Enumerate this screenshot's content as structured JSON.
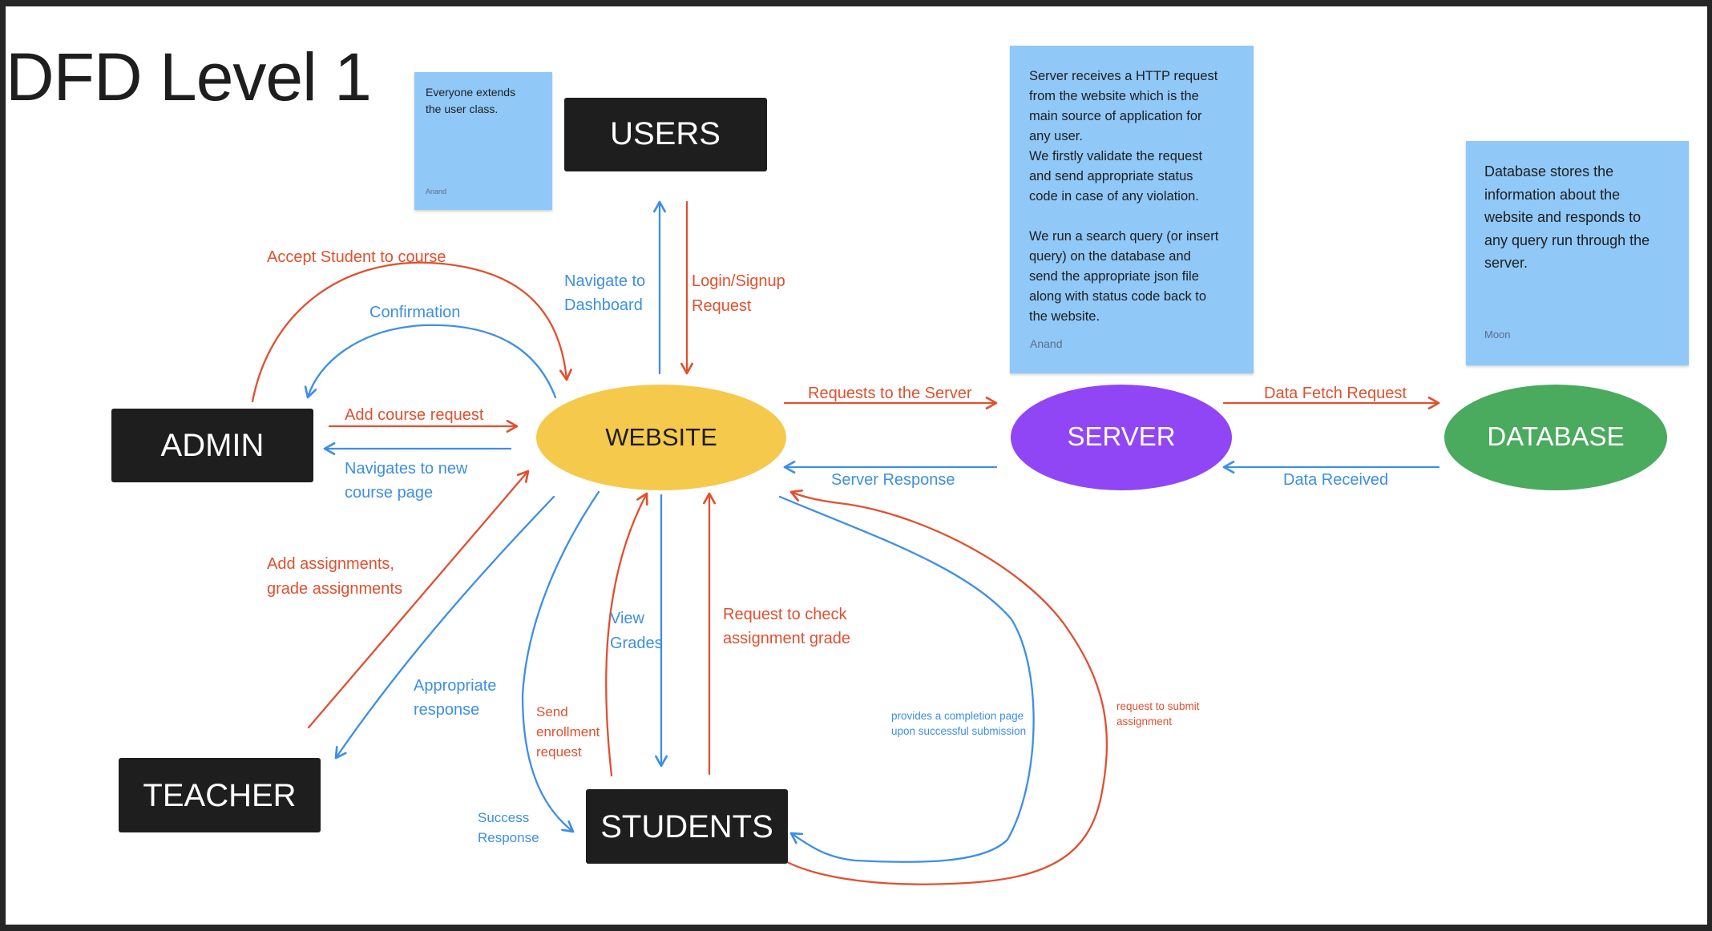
{
  "title": "DFD Level 1",
  "colors": {
    "flow_red": "#e0502f",
    "flow_blue": "#3d8fe5",
    "entity_box": "#1e1e1e",
    "website": "#f5c94b",
    "server": "#9046f5",
    "database": "#4aaa5e",
    "sticky_note": "#90c8f8"
  },
  "entities": {
    "users": "USERS",
    "admin": "ADMIN",
    "teacher": "TEACHER",
    "students": "STUDENTS"
  },
  "processes": {
    "website": "WEBSITE",
    "server": "SERVER",
    "database": "DATABASE"
  },
  "flows": {
    "accept_student": "Accept Student to course",
    "confirmation": "Confirmation",
    "add_course_request": "Add course request",
    "navigates_new_course_1": "Navigates to new",
    "navigates_new_course_2": "course page",
    "navigate_dashboard_1": "Navigate to",
    "navigate_dashboard_2": "Dashboard",
    "login_signup_1": "Login/Signup",
    "login_signup_2": "Request",
    "requests_to_server": "Requests to the Server",
    "server_response": "Server Response",
    "data_fetch_request": "Data Fetch Request",
    "data_received": "Data Received",
    "add_assignments_1": "Add assignments,",
    "add_assignments_2": "grade assignments",
    "appropriate_response_1": "Appropriate",
    "appropriate_response_2": "response",
    "view_grades_1": "View",
    "view_grades_2": "Grades",
    "request_check_grade_1": "Request to check",
    "request_check_grade_2": "assignment grade",
    "send_enrollment_1": "Send",
    "send_enrollment_2": "enrollment",
    "send_enrollment_3": "request",
    "success_response_1": "Success",
    "success_response_2": "Response",
    "completion_page_1": "provides a completion page",
    "completion_page_2": "upon successful submission",
    "request_submit_1": "request to submit",
    "request_submit_2": "assignment"
  },
  "notes": {
    "users_note": {
      "text": "Everyone extends\nthe user class.",
      "author": "Anand"
    },
    "server_note": {
      "text": "Server receives a HTTP request\nfrom the website which is the\nmain source of application for\nany user.\nWe firstly validate the request\nand send appropriate status\ncode in case of any violation.\n\nWe run a search query (or insert\nquery) on the database and\nsend the appropriate json file\nalong with status code back to\nthe website.",
      "author": "Anand"
    },
    "database_note": {
      "text": "Database stores the\ninformation about the\nwebsite and responds to\nany query run through the\nserver.",
      "author": "Moon"
    }
  }
}
